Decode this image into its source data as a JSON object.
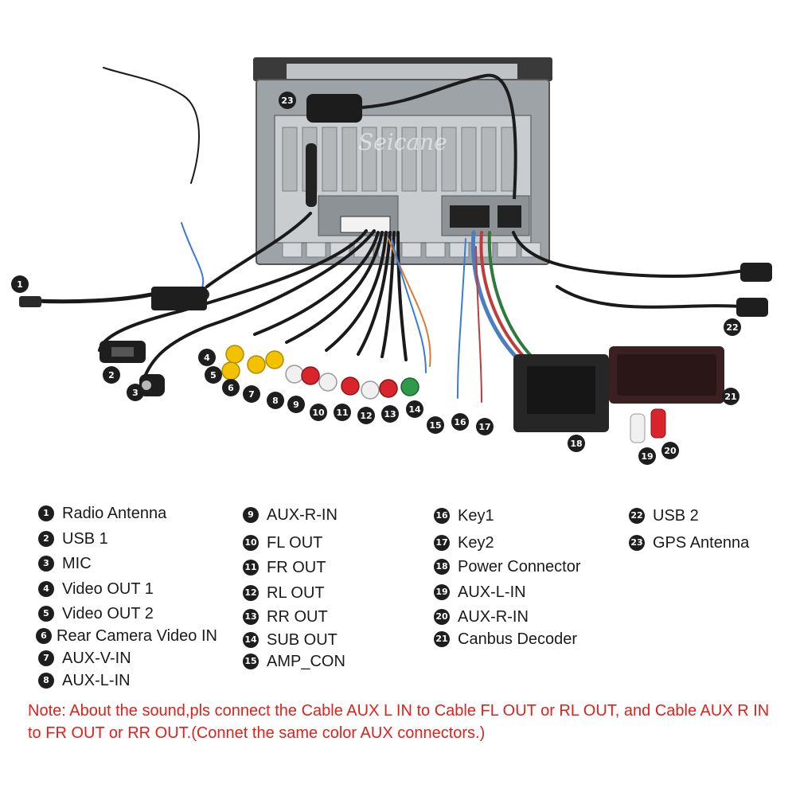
{
  "watermark": "Seicane",
  "legend": [
    {
      "n": "1",
      "label": "Radio Antenna"
    },
    {
      "n": "2",
      "label": "USB 1"
    },
    {
      "n": "3",
      "label": "MIC"
    },
    {
      "n": "4",
      "label": "Video OUT 1"
    },
    {
      "n": "5",
      "label": "Video OUT 2"
    },
    {
      "n": "6",
      "label": "Rear Camera Video IN"
    },
    {
      "n": "7",
      "label": "AUX-V-IN"
    },
    {
      "n": "8",
      "label": "AUX-L-IN"
    },
    {
      "n": "9",
      "label": "AUX-R-IN"
    },
    {
      "n": "10",
      "label": "FL OUT"
    },
    {
      "n": "11",
      "label": "FR OUT"
    },
    {
      "n": "12",
      "label": "RL OUT"
    },
    {
      "n": "13",
      "label": "RR OUT"
    },
    {
      "n": "14",
      "label": "SUB OUT"
    },
    {
      "n": "15",
      "label": "AMP_CON"
    },
    {
      "n": "16",
      "label": "Key1"
    },
    {
      "n": "17",
      "label": "Key2"
    },
    {
      "n": "18",
      "label": "Power Connector"
    },
    {
      "n": "19",
      "label": "AUX-L-IN"
    },
    {
      "n": "20",
      "label": "AUX-R-IN"
    },
    {
      "n": "21",
      "label": "Canbus Decoder"
    },
    {
      "n": "22",
      "label": "USB 2"
    },
    {
      "n": "23",
      "label": "GPS Antenna"
    }
  ],
  "note": "Note: About the sound,pls connect the Cable AUX L IN to Cable FL OUT or RL OUT, and Cable AUX R IN to FR OUT or RR OUT.(Connet the same color AUX connectors.)",
  "colors": {
    "note": "#e0211b",
    "badge": "#1e1e1e",
    "rca_yellow": "#f2c100",
    "rca_white": "#f0f0f0",
    "rca_red": "#d8242a",
    "rca_green": "#2e9b4a"
  }
}
